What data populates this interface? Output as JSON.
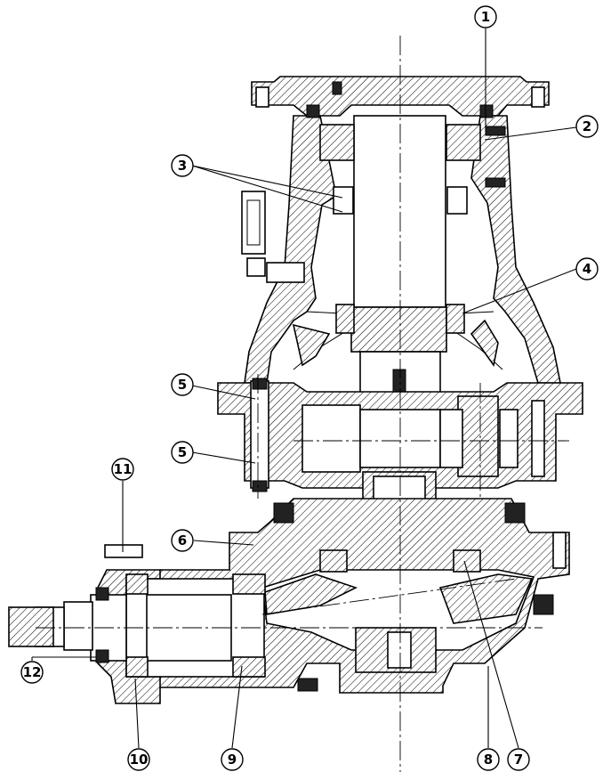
{
  "callouts": [
    {
      "label": "1"
    },
    {
      "label": "2"
    },
    {
      "label": "3"
    },
    {
      "label": "4"
    },
    {
      "label": "5"
    },
    {
      "label": "5"
    },
    {
      "label": "6"
    },
    {
      "label": "7"
    },
    {
      "label": "8"
    },
    {
      "label": "9"
    },
    {
      "label": "10"
    },
    {
      "label": "11"
    },
    {
      "label": "12"
    }
  ]
}
